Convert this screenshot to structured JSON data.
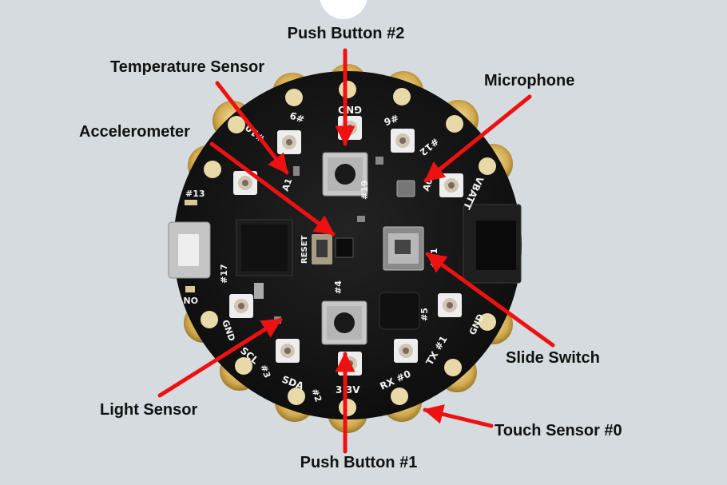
{
  "labels": {
    "push_button_2": "Push Button #2",
    "temperature_sensor": "Temperature Sensor",
    "microphone": "Microphone",
    "accelerometer": "Accelerometer",
    "slide_switch": "Slide Switch",
    "light_sensor": "Light Sensor",
    "touch_sensor_0": "Touch Sensor #0",
    "push_button_1": "Push Button #1"
  },
  "silkscreen": {
    "gnd": "GND",
    "pin9": "#9",
    "pin6": "#6",
    "pin10": "#10",
    "pin12": "#12",
    "vbatt": "VBATT",
    "pin13": "#13",
    "pin19": "#19",
    "reset": "RESET",
    "pin21": "#21",
    "pin17": "#17",
    "pin4": "#4",
    "pin5": "#5",
    "on": "ON",
    "scl": "SCL",
    "pin3": "#3",
    "sda": "SDA",
    "pin2": "#2",
    "v33": "3.3V",
    "rx0": "RX #0",
    "tx1": "TX #1",
    "a0": "A0",
    "a1": "A1"
  },
  "colors": {
    "background": "#d5dbde",
    "board": "#161616",
    "pad_gold": "#d7b35c",
    "arrow": "#ee1111"
  }
}
